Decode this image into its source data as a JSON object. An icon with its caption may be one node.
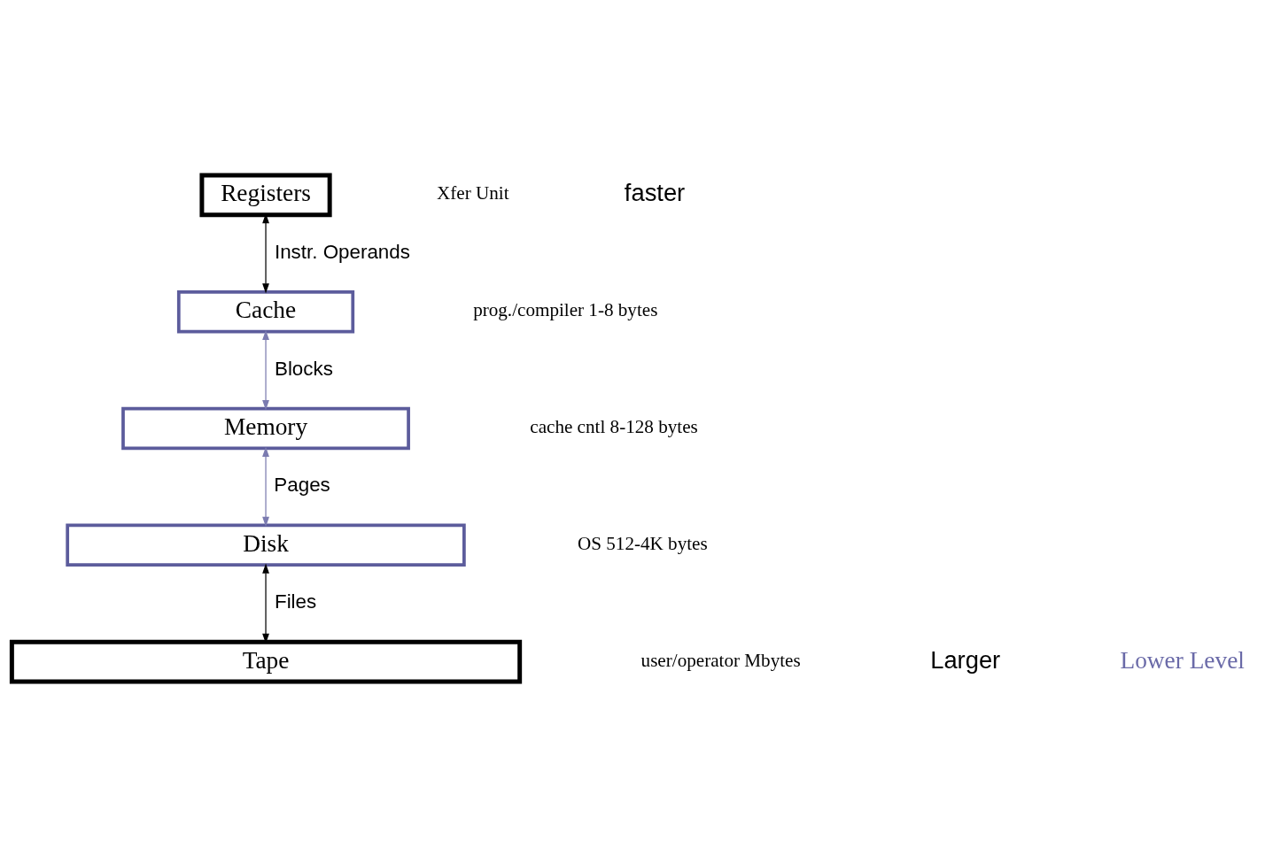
{
  "diagram": {
    "nodes": [
      {
        "text": [
          "Registers"
        ]
      },
      {
        "text": [
          "Cache"
        ]
      },
      {
        "text": [
          "Memory"
        ]
      },
      {
        "text": [
          "Disk"
        ]
      },
      {
        "text": [
          "Tape"
        ]
      }
    ],
    "edges": [
      {
        "from": 0,
        "to": 1,
        "arrow": "both",
        "label": "Instr. Operands"
      },
      {
        "from": 1,
        "to": 2,
        "arrow": "both",
        "label": "Blocks",
        "color": "#7b7bb0"
      },
      {
        "from": 2,
        "to": 3,
        "arrow": "both",
        "label": "Pages",
        "color": "#7b7bb0"
      },
      {
        "from": 3,
        "to": 4,
        "arrow": "both",
        "label": "Files"
      }
    ],
    "labels": [
      "Xfer Unit",
      "faster",
      "prog./compiler 1-8 bytes",
      "cache cntl 8-128 bytes",
      "OS 512-4K bytes",
      "user/operator Mbytes",
      "Larger",
      "Lower Level"
    ]
  }
}
